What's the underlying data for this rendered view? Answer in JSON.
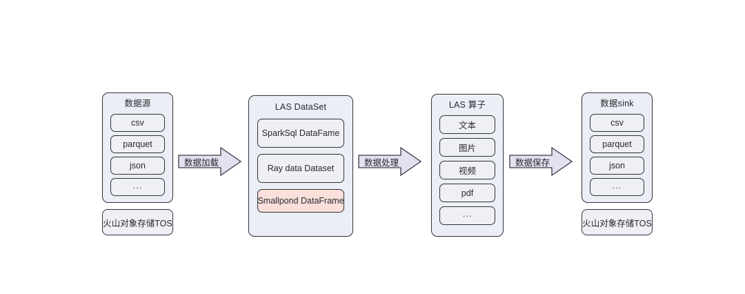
{
  "diagram": {
    "title": "LAS data pipeline flow",
    "background_color": "#ffffff",
    "box_fill": "#eceef5",
    "item_fill": "#eef0f6",
    "highlight_fill": "#fadfdb",
    "border_color": "#2f3136",
    "arrow_fill": "#e3e1ef",
    "text_color": "#26282d"
  },
  "stages": [
    {
      "key": "source",
      "title": "数据源",
      "items": [
        {
          "label": "csv",
          "highlight": false
        },
        {
          "label": "parquet",
          "highlight": false
        },
        {
          "label": "json",
          "highlight": false
        },
        {
          "label": "...",
          "highlight": false
        }
      ],
      "storage": "火山对象存储TOS"
    },
    {
      "key": "dataset",
      "title": "LAS  DataSet",
      "items": [
        {
          "label": "SparkSql DataFame",
          "highlight": false
        },
        {
          "label": "Ray data Dataset",
          "highlight": false
        },
        {
          "label": "Smallpond DataFrame",
          "highlight": true
        }
      ],
      "storage": null
    },
    {
      "key": "operators",
      "title": "LAS  算子",
      "items": [
        {
          "label": "文本",
          "highlight": false
        },
        {
          "label": "图片",
          "highlight": false
        },
        {
          "label": "视频",
          "highlight": false
        },
        {
          "label": "pdf",
          "highlight": false
        },
        {
          "label": "...",
          "highlight": false
        }
      ],
      "storage": null
    },
    {
      "key": "sink",
      "title": "数据sink",
      "items": [
        {
          "label": "csv",
          "highlight": false
        },
        {
          "label": "parquet",
          "highlight": false
        },
        {
          "label": "json",
          "highlight": false
        },
        {
          "label": "...",
          "highlight": false
        }
      ],
      "storage": "火山对象存储TOS"
    }
  ],
  "arrows": [
    {
      "key": "load",
      "label": "数据加载"
    },
    {
      "key": "process",
      "label": "数据处理"
    },
    {
      "key": "save",
      "label": "数据保存"
    }
  ]
}
